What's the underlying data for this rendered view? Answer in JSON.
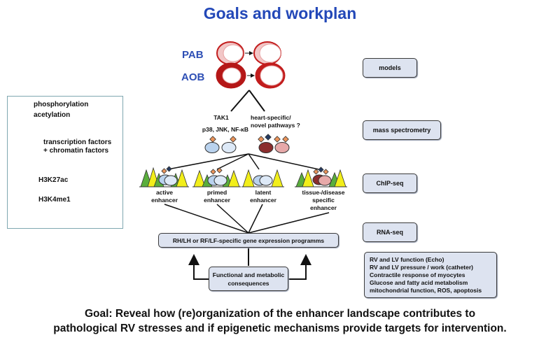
{
  "title": "Goals and workplan",
  "models": {
    "pab": "PAB",
    "aob": "AOB"
  },
  "side_boxes": {
    "models": "models",
    "mass_spec": "mass spectrometry",
    "chip_seq": "ChIP-seq",
    "rna_seq": "RNA-seq",
    "readouts": [
      "RV and LV function (Echo)",
      "RV and LV pressure / work (catheter)",
      "Contractile response of myocytes",
      "Glucose and fatty acid metabolism",
      "mitochondrial function, ROS, apoptosis"
    ]
  },
  "legend": {
    "phosphorylation": "phosphorylation",
    "acetylation": "acetylation",
    "factors_line1": "transcription factors",
    "factors_line2": "+ chromatin factors",
    "h3k27ac": "H3K27ac",
    "h3k4me1": "H3K4me1"
  },
  "pathways": {
    "tak1": "TAK1",
    "mapk": "p38, JNK, NF-κB",
    "novel_line1": "heart-specific/",
    "novel_line2": "novel pathways ?"
  },
  "enhancers": [
    {
      "line1": "active",
      "line2": "enhancer",
      "line3": ""
    },
    {
      "line1": "primed",
      "line2": "enhancer",
      "line3": ""
    },
    {
      "line1": "latent",
      "line2": "enhancer",
      "line3": ""
    },
    {
      "line1": "tissue-/disease",
      "line2": "specific",
      "line3": "enhancer"
    }
  ],
  "programs": "RH/LH  or RF/LF-specific gene expression programms",
  "consequences_line1": "Functional and metabolic",
  "consequences_line2": "consequences",
  "goal_line1": "Goal: Reveal how (re)organization of the enhancer landscape contributes to",
  "goal_line2": "pathological RV stresses and if epigenetic mechanisms provide targets for intervention.",
  "colors": {
    "title": "#2348b8",
    "box_fill": "#dde3f0",
    "h3k27ac": "#5aae3c",
    "h3k4me1": "#f2ee1a",
    "tf_fill": "#b9d2ee",
    "chromatin_fill": "#8b2d2d",
    "chromatin_light": "#e7a9a9",
    "phospho": "#e9935a",
    "acetyl": "#253a60",
    "vessel_red": "#c21d1d"
  }
}
